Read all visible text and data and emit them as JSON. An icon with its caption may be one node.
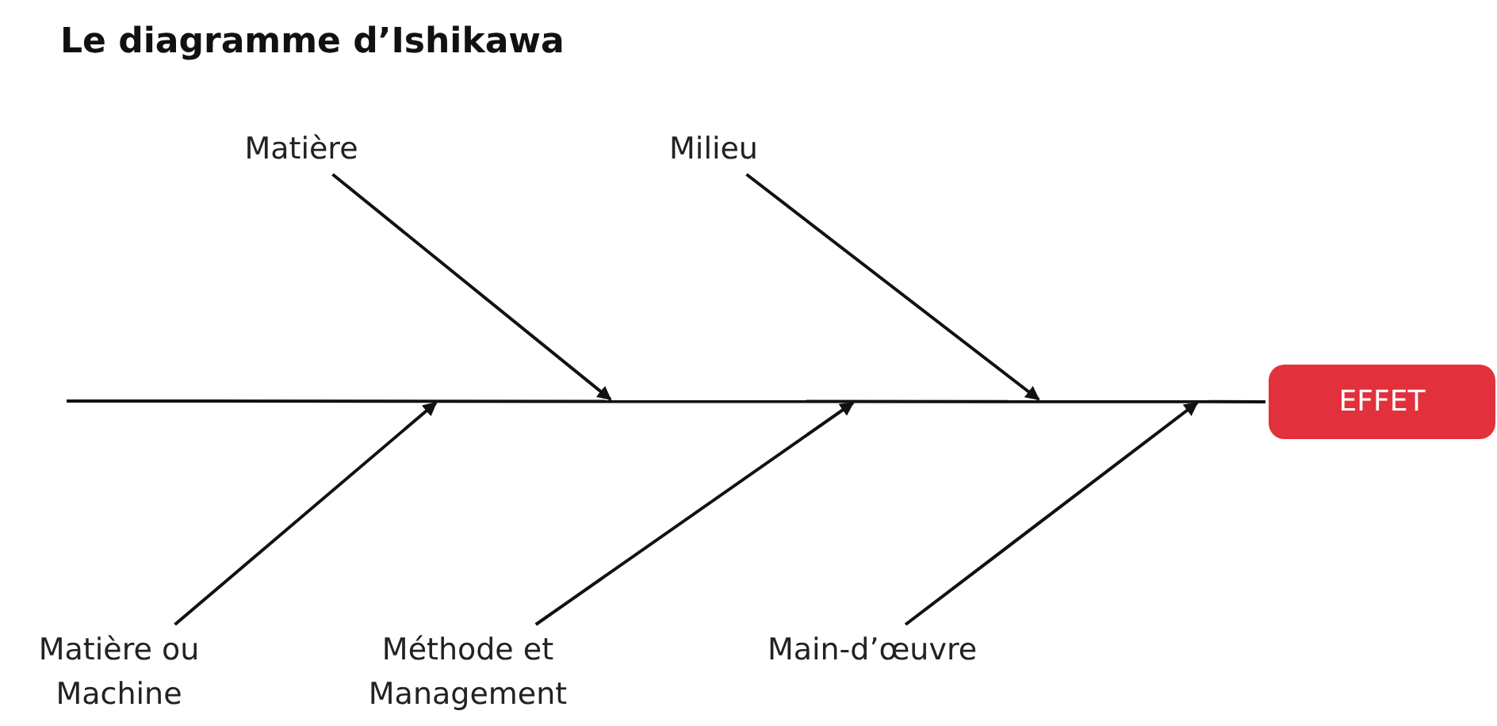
{
  "diagram": {
    "title": "Le diagramme d’Ishikawa",
    "nodes": [
      {
        "text": [
          "Matière"
        ]
      },
      {
        "text": [
          "Milieu"
        ]
      },
      {
        "text": [
          "Matière ou Machine"
        ]
      },
      {
        "text": [
          "Méthode et Management"
        ]
      },
      {
        "text": [
          "Main-d’œuvre"
        ]
      },
      {
        "text": [
          "EFFET"
        ]
      }
    ],
    "edges": [
      {
        "from": 0,
        "to": null,
        "arrow": "to"
      },
      {
        "from": 1,
        "to": null,
        "arrow": "to"
      },
      {
        "from": 2,
        "to": null,
        "arrow": "to"
      },
      {
        "from": 3,
        "to": null,
        "arrow": "to"
      },
      {
        "from": 4,
        "to": null,
        "arrow": "to"
      },
      {
        "from": null,
        "to": 5,
        "arrow": "none"
      }
    ]
  }
}
